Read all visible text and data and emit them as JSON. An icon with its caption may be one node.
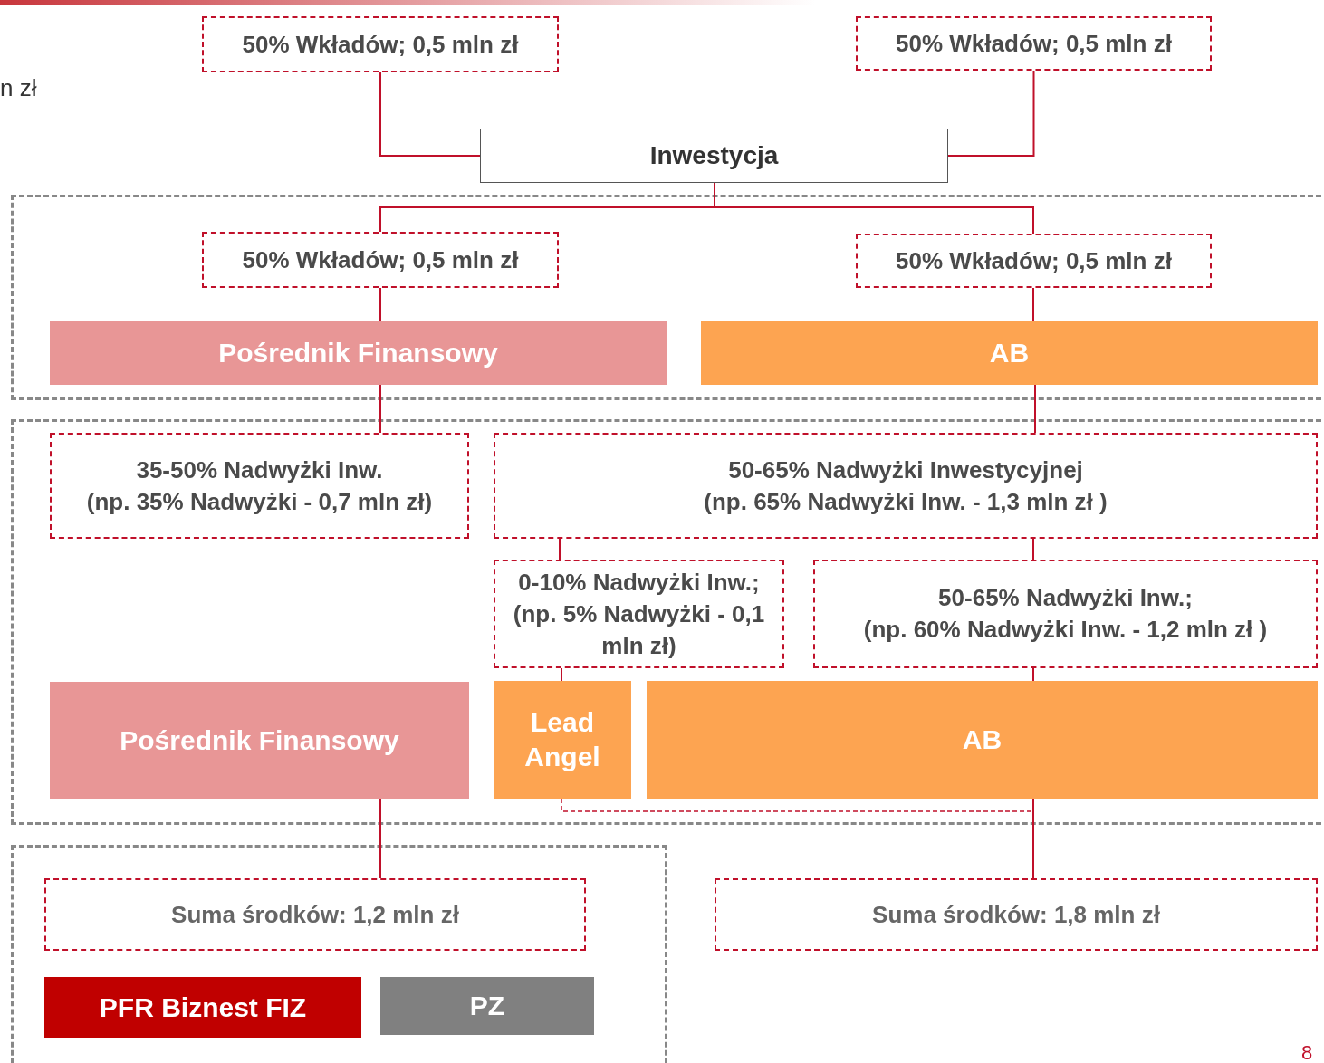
{
  "diagram": {
    "nodes": [
      {
        "text": [
          "50% Wkładów; 0,5 mln zł"
        ]
      },
      {
        "text": [
          "50% Wkładów; 0,5 mln zł"
        ]
      },
      {
        "text": [
          "Inwestycja"
        ]
      },
      {
        "text": [],
        "shape": "box"
      },
      {
        "text": [
          "50% Wkładów; 0,5 mln zł"
        ],
        "in": 3
      },
      {
        "text": [
          "50% Wkładów; 0,5 mln zł"
        ],
        "in": 3
      },
      {
        "text": [
          "Pośrednik Finansowy"
        ],
        "in": 3
      },
      {
        "text": [
          "AB"
        ],
        "in": 3
      },
      {
        "text": [],
        "shape": "box"
      },
      {
        "text": [
          "35-50% Nadwyżki Inw.",
          "(np. 35% Nadwyżki - 0,7 mln zł)"
        ],
        "in": 8
      },
      {
        "text": [
          "50-65% Nadwyżki Inwestycyjnej",
          "(np. 65% Nadwyżki Inw. - 1,3 mln zł )"
        ],
        "in": 8
      },
      {
        "text": [
          "0-10% Nadwyżki Inw.;",
          "(np. 5% Nadwyżki - 0,1 mln zł)"
        ],
        "in": 8
      },
      {
        "text": [
          "50-65% Nadwyżki Inw.;",
          "(np. 60% Nadwyżki Inw. - 1,2 mln zł )"
        ],
        "in": 8
      },
      {
        "text": [
          "Pośrednik Finansowy"
        ],
        "in": 8
      },
      {
        "text": [
          "Lead Angel"
        ],
        "in": 8
      },
      {
        "text": [
          "AB"
        ],
        "in": 8
      },
      {
        "text": [],
        "shape": "box"
      },
      {
        "text": [
          "Suma środków: 1,2 mln zł"
        ],
        "in": 16
      },
      {
        "text": [
          "Suma środków: 1,8 mln zł"
        ]
      },
      {
        "text": [
          "PFR Biznest FIZ"
        ],
        "in": 16
      },
      {
        "text": [
          "PZ"
        ],
        "in": 16
      }
    ],
    "edges": [
      {
        "from": 0,
        "to": 2,
        "arrow": "none"
      },
      {
        "from": 1,
        "to": 2,
        "arrow": "none"
      },
      {
        "from": 2,
        "to": 4,
        "arrow": "none"
      },
      {
        "from": 2,
        "to": 5,
        "arrow": "none"
      },
      {
        "from": 4,
        "to": 6,
        "arrow": "none"
      },
      {
        "from": 5,
        "to": 7,
        "arrow": "none"
      },
      {
        "from": 6,
        "to": 9,
        "arrow": "none"
      },
      {
        "from": 7,
        "to": 10,
        "arrow": "none"
      },
      {
        "from": 10,
        "to": 11,
        "arrow": "none"
      },
      {
        "from": 10,
        "to": 12,
        "arrow": "none"
      },
      {
        "from": 11,
        "to": 14,
        "arrow": "none"
      },
      {
        "from": 12,
        "to": 15,
        "arrow": "none"
      },
      {
        "from": 13,
        "to": 17,
        "arrow": "none"
      },
      {
        "from": 14,
        "to": 18,
        "arrow": "none",
        "style": "dashed"
      },
      {
        "from": 15,
        "to": 18,
        "arrow": "none"
      }
    ],
    "labels": [
      "n zł",
      "8"
    ]
  }
}
